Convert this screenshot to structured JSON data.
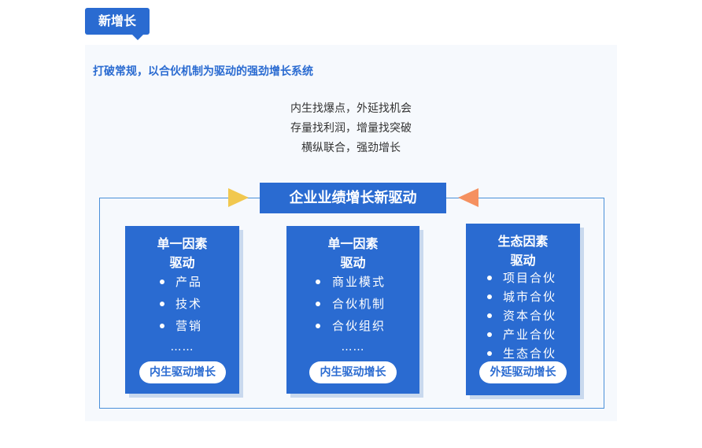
{
  "section_tag": {
    "label": "新增长"
  },
  "headline": "打破常规，以合伙机制为驱动的强劲增长系统",
  "intro_lines": [
    "内生找爆点，外延找机会",
    "存量找利润，增量找突破",
    "横纵联合，强劲增长"
  ],
  "diagram": {
    "title": "企业业绩增长新驱动",
    "colors": {
      "primary": "#2a6bd1",
      "arrow_left": "#f1c84f",
      "arrow_right": "#f59160",
      "frame": "#4a90d9"
    },
    "cards": [
      {
        "title_line1": "单一因素",
        "title_line2": "驱动",
        "items": [
          "产品",
          "技术",
          "营销"
        ],
        "ellipsis": "……",
        "badge": "内生驱动增长"
      },
      {
        "title_line1": "单一因素",
        "title_line2": "驱动",
        "items": [
          "商业模式",
          "合伙机制",
          "合伙组织"
        ],
        "ellipsis": "……",
        "badge": "内生驱动增长"
      },
      {
        "title_line1": "生态因素",
        "title_line2": "驱动",
        "items": [
          "项目合伙",
          "城市合伙",
          "资本合伙",
          "产业合伙",
          "生态合伙"
        ],
        "badge": "外延驱动增长"
      }
    ]
  }
}
